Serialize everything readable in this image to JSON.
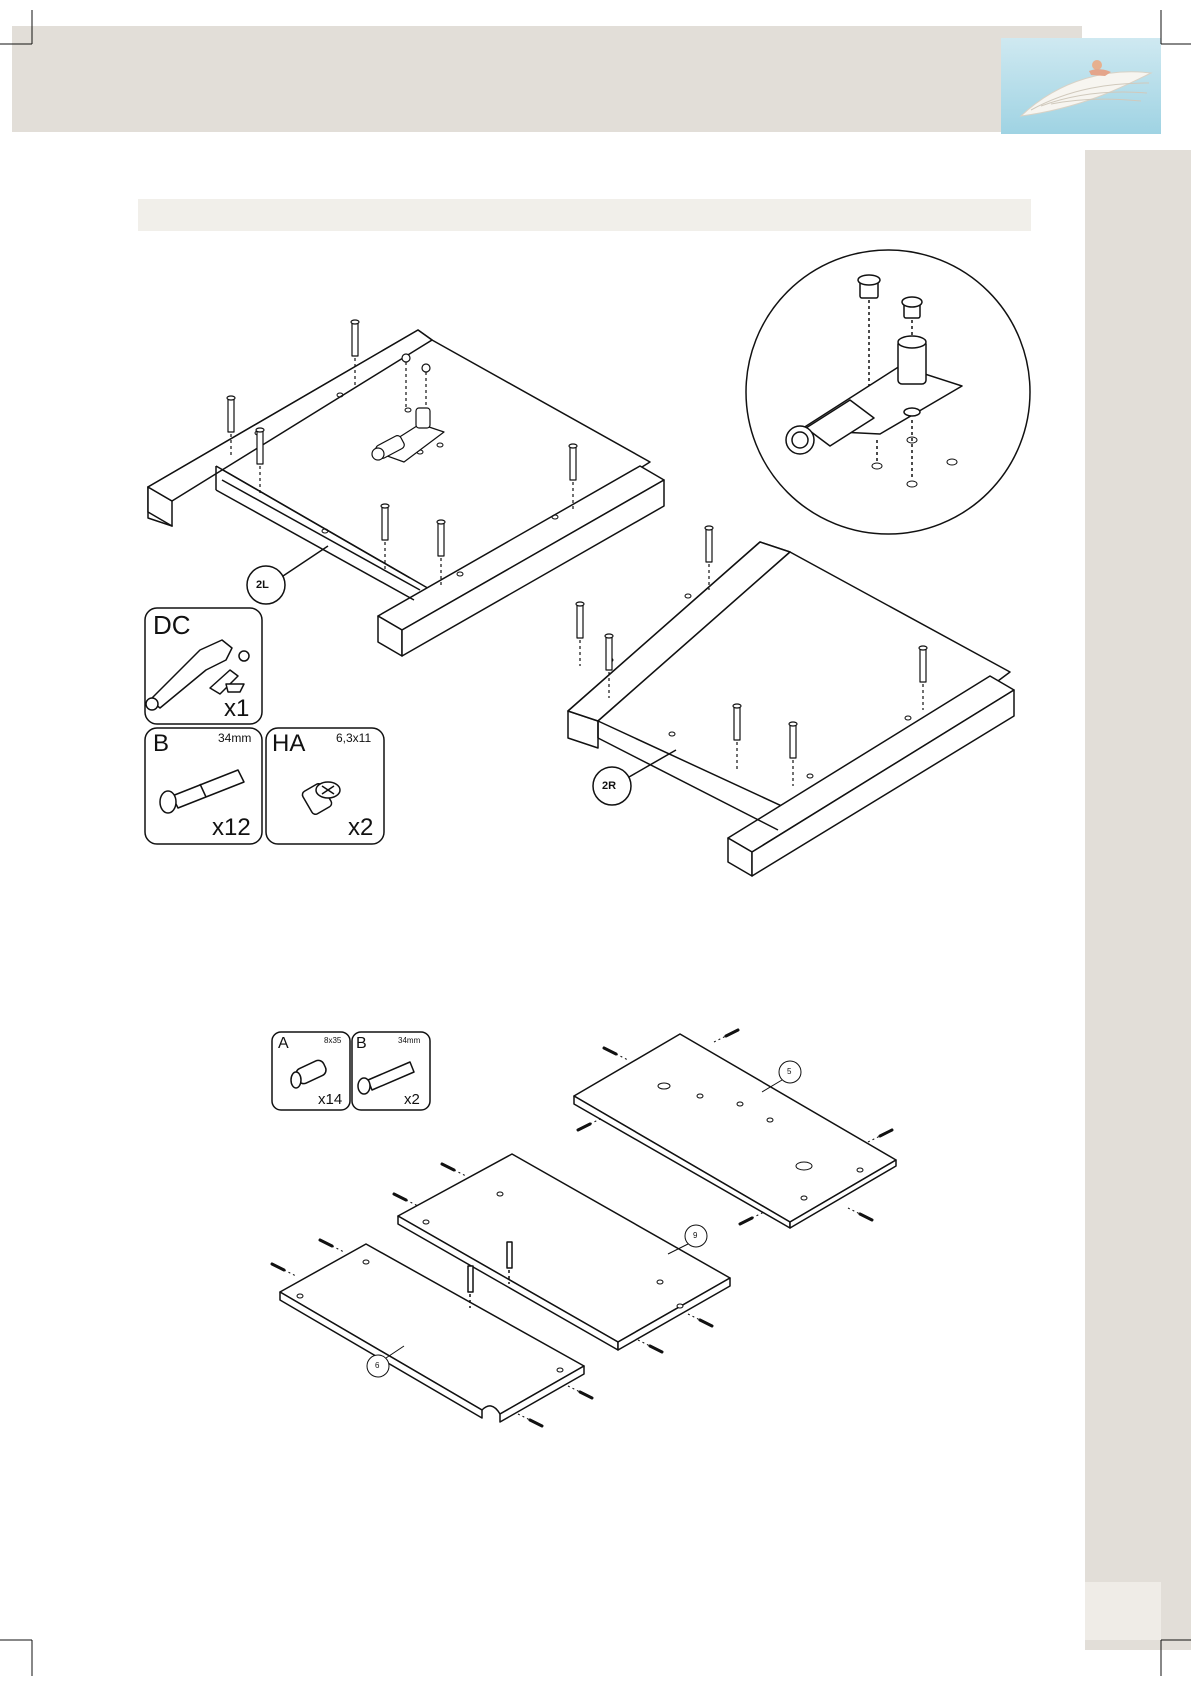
{
  "step_bar_text": "",
  "parts": [
    {
      "code": "DC",
      "size": "",
      "qty": "x1",
      "icon": "cam-lock-tool-icon"
    },
    {
      "code": "B",
      "size": "34mm",
      "qty": "x12",
      "icon": "cam-bolt-icon"
    },
    {
      "code": "HA",
      "size": "6,3x11",
      "qty": "x2",
      "icon": "screw-icon"
    }
  ],
  "parts2": [
    {
      "code": "A",
      "size": "8x35",
      "qty": "x14",
      "icon": "wooden-dowel-icon"
    },
    {
      "code": "B",
      "size": "34mm",
      "qty": "x2",
      "icon": "cam-bolt-icon"
    }
  ],
  "callouts": {
    "frame_left": "2L",
    "frame_right": "2R",
    "panel_top": "5",
    "panel_middle": "9",
    "panel_bottom": "6"
  },
  "page_number": "",
  "colors": {
    "band": "#e2ded8",
    "step_bar": "#f1efea",
    "line": "#111111"
  }
}
